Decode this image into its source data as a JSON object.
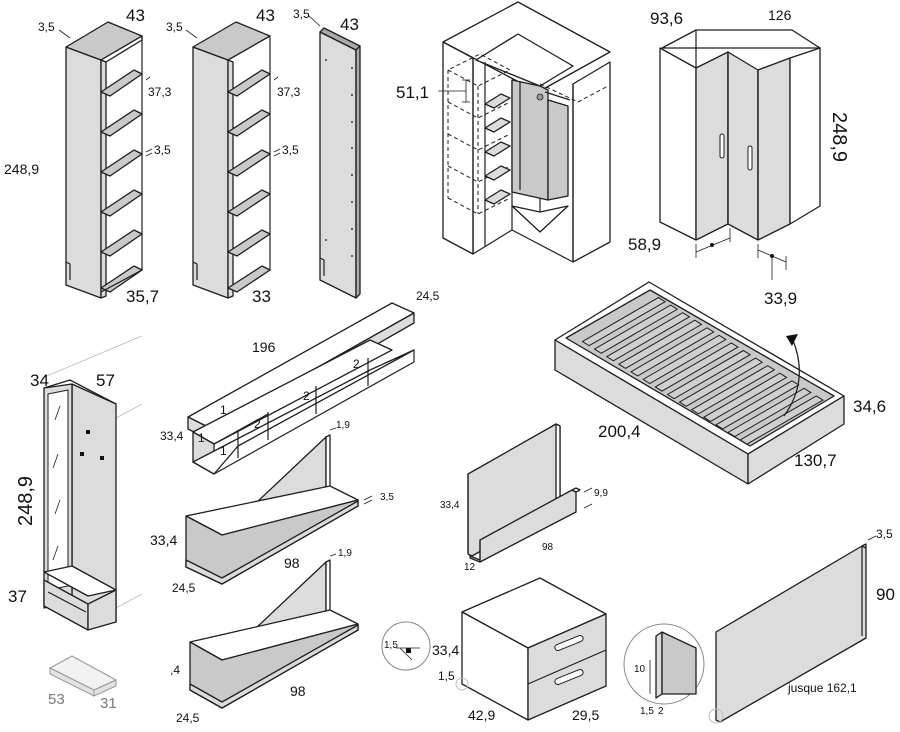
{
  "units": {
    "shelf_unit_a": {
      "width": "43",
      "top": "3,5",
      "height": "248,9",
      "spacing": "37,3",
      "shelf": "3,5",
      "depth": "35,7"
    },
    "shelf_unit_b": {
      "width": "43",
      "top": "3,5",
      "spacing": "37,3",
      "shelf": "3,5",
      "depth": "33"
    },
    "side_panel": {
      "thickness": "3,5",
      "width": "43"
    },
    "corner_interior": {
      "shelf_spacing": "51,1"
    },
    "corner_wardrobe": {
      "side": "93,6",
      "front": "126",
      "height": "248,9",
      "depth_left": "58,9",
      "depth_right": "33,9"
    },
    "bed": {
      "length": "200,4",
      "width": "130,7",
      "height": "34,6"
    },
    "mirror_column": {
      "depth": "34",
      "width": "57",
      "height": "248,9",
      "base": "37"
    },
    "box_seat": {
      "width": "53",
      "depth": "31"
    },
    "tv_unit": {
      "length": "196",
      "top": "24,5",
      "height": "33,4",
      "labels": [
        "1",
        "1",
        "2",
        "1",
        "2",
        "2"
      ]
    },
    "shelf_1": {
      "thickness": "1,9",
      "lip": "3,5",
      "height": "33,4",
      "length": "98",
      "depth": "24,5"
    },
    "shelf_2": {
      "thickness": "1,9",
      "height": ",4",
      "length": "98",
      "depth": "24,5"
    },
    "magazine_rack": {
      "height": "33,4",
      "lip": "9,9",
      "length": "98",
      "base": "12"
    },
    "nightstand": {
      "height": "33,4",
      "depth": "42,9",
      "width": "29,5",
      "edge": "1,5",
      "detail_edge": "1,5"
    },
    "headboard_detail": {
      "height": "10",
      "edge": "1,5",
      "gap": "2"
    },
    "headboard": {
      "thickness": "3,5",
      "height": "90",
      "length": "jusque 162,1"
    }
  }
}
